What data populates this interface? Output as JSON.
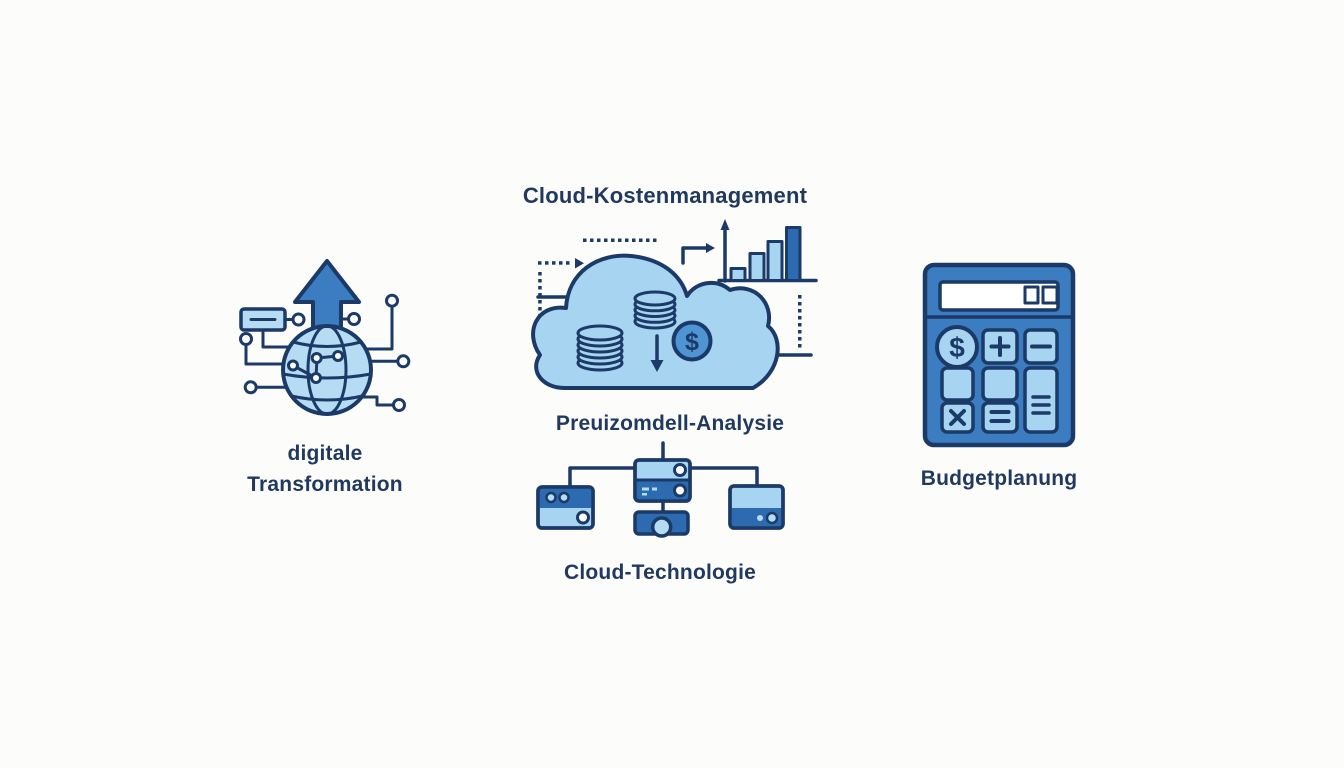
{
  "canvas": {
    "background": "#fcfcfb"
  },
  "palette": {
    "navy": "#1c3a67",
    "text_navy": "#21395f",
    "light_blue": "#a6d4f1",
    "lighter_blue": "#b6dcf4",
    "medium_blue": "#3c7cc1",
    "deep_blue": "#2d6bb1",
    "coin_blue": "#4f94d3"
  },
  "sections": {
    "digital_transformation": {
      "icon": "globe-network-arrow-icon",
      "label_line1": "digitale",
      "label_line2": "Transformation"
    },
    "cloud_cost_management": {
      "title": "Cloud-Kostenmanagement",
      "icon": "cloud-coins-chart-icon",
      "coin_symbol": "$"
    },
    "pricing_model_analysis": {
      "label": "Preuizomdell-Analysie"
    },
    "cloud_technology": {
      "icon": "server-network-icon",
      "label": "Cloud-Technologie"
    },
    "budget_planning": {
      "icon": "calculator-icon",
      "dollar_key_symbol": "$",
      "label": "Budgetplanung"
    }
  }
}
